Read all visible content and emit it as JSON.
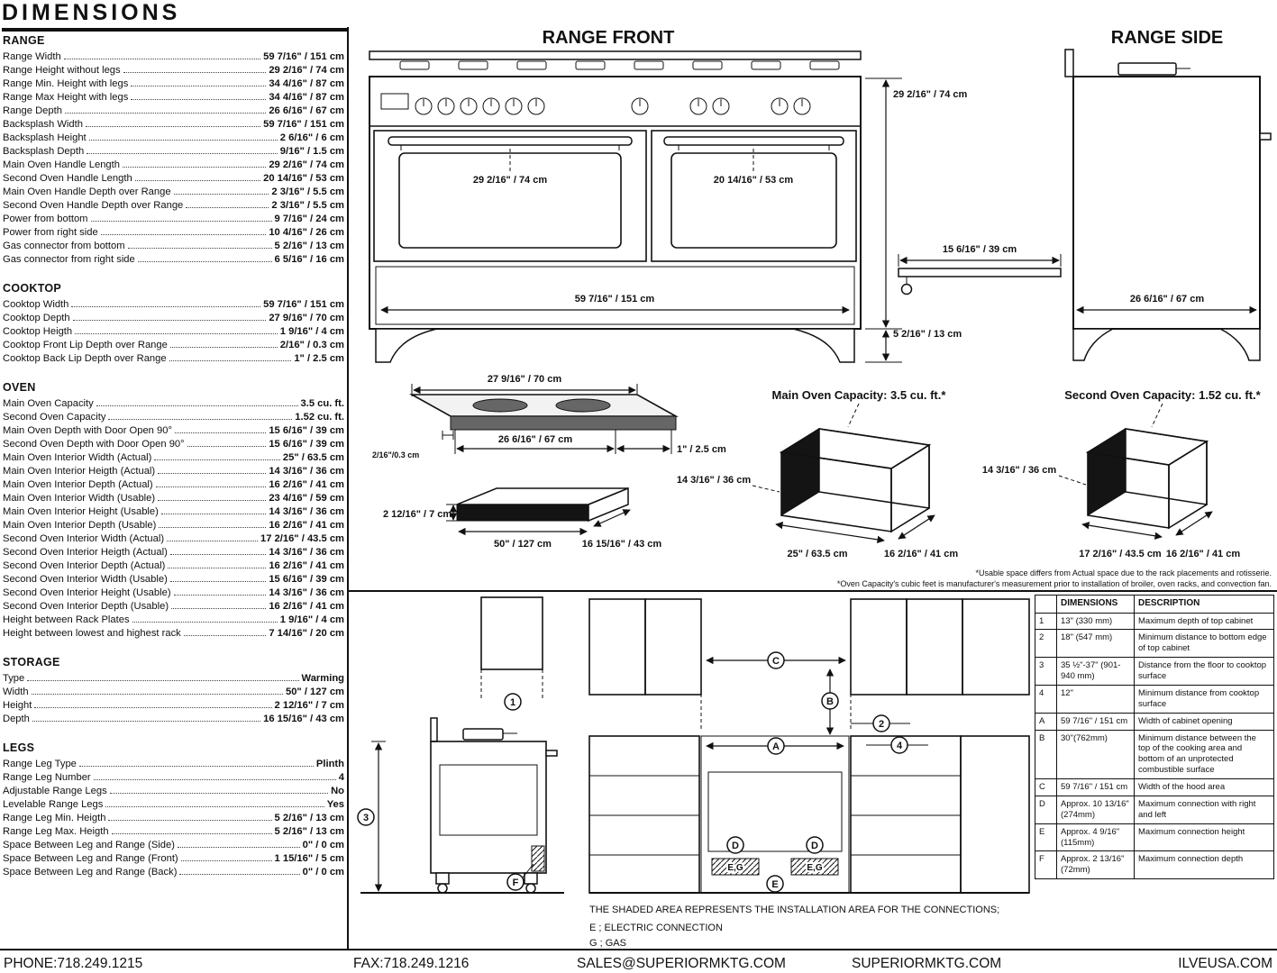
{
  "page_title": "DIMENSIONS",
  "specs": [
    {
      "heading": "RANGE",
      "rows": [
        {
          "label": "Range Width",
          "value": "59 7/16\" / 151 cm"
        },
        {
          "label": "Range Height without legs",
          "value": "29 2/16\" / 74 cm"
        },
        {
          "label": "Range Min. Height with legs",
          "value": "34 4/16\" / 87 cm"
        },
        {
          "label": "Range Max Height with legs",
          "value": "34 4/16\" / 87 cm"
        },
        {
          "label": "Range Depth",
          "value": "26 6/16\" / 67 cm"
        },
        {
          "label": "Backsplash Width",
          "value": "59 7/16\" / 151 cm"
        },
        {
          "label": "Backsplash Height",
          "value": "2 6/16\" / 6 cm"
        },
        {
          "label": "Backsplash Depth",
          "value": "9/16\" / 1.5 cm"
        },
        {
          "label": "Main Oven Handle Length",
          "value": "29 2/16\" / 74 cm"
        },
        {
          "label": "Second Oven Handle Length",
          "value": "20 14/16\" / 53 cm"
        },
        {
          "label": "Main Oven Handle Depth over Range",
          "value": "2 3/16\" / 5.5 cm"
        },
        {
          "label": "Second Oven Handle Depth over Range",
          "value": "2 3/16\" / 5.5 cm"
        },
        {
          "label": "Power from bottom",
          "value": "9 7/16\" / 24 cm"
        },
        {
          "label": "Power from right side",
          "value": "10 4/16\" / 26 cm"
        },
        {
          "label": "Gas connector from bottom",
          "value": "5 2/16\" / 13 cm"
        },
        {
          "label": "Gas connector from right side",
          "value": "6 5/16\" / 16 cm"
        }
      ]
    },
    {
      "heading": "COOKTOP",
      "rows": [
        {
          "label": "Cooktop Width",
          "value": "59 7/16\" / 151 cm"
        },
        {
          "label": "Cooktop Depth",
          "value": "27 9/16\" / 70 cm"
        },
        {
          "label": "Cooktop Heigth",
          "value": "1 9/16\" / 4 cm"
        },
        {
          "label": "Cooktop Front Lip Depth over Range",
          "value": "2/16\" / 0.3 cm"
        },
        {
          "label": "Cooktop Back Lip Depth over Range",
          "value": "1\" / 2.5 cm"
        }
      ]
    },
    {
      "heading": "OVEN",
      "rows": [
        {
          "label": "Main Oven Capacity",
          "value": "3.5 cu. ft."
        },
        {
          "label": "Second Oven Capacity",
          "value": "1.52 cu. ft."
        },
        {
          "label": "Main Oven Depth with Door Open 90°",
          "value": "15 6/16\" / 39 cm"
        },
        {
          "label": "Second Oven Depth with Door Open 90°",
          "value": "15 6/16\" / 39 cm"
        },
        {
          "label": "Main Oven Interior Width (Actual)",
          "value": "25\" / 63.5 cm"
        },
        {
          "label": "Main Oven Interior Heigth (Actual)",
          "value": "14 3/16\" / 36 cm"
        },
        {
          "label": "Main Oven Interior Depth (Actual)",
          "value": "16 2/16\" / 41 cm"
        },
        {
          "label": "Main Oven Interior Width (Usable)",
          "value": "23 4/16\" / 59 cm"
        },
        {
          "label": "Main Oven Interior Height (Usable)",
          "value": "14 3/16\" / 36 cm"
        },
        {
          "label": "Main Oven Interior Depth (Usable)",
          "value": "16 2/16\" / 41 cm"
        },
        {
          "label": "Second Oven Interior Width (Actual)",
          "value": "17 2/16\" / 43.5 cm"
        },
        {
          "label": "Second Oven Interior Heigth (Actual)",
          "value": "14 3/16\" / 36 cm"
        },
        {
          "label": "Second Oven Interior Depth (Actual)",
          "value": "16 2/16\" / 41 cm"
        },
        {
          "label": "Second Oven Interior Width (Usable)",
          "value": "15 6/16\" / 39 cm"
        },
        {
          "label": "Second Oven Interior Height (Usable)",
          "value": "14 3/16\" / 36 cm"
        },
        {
          "label": "Second Oven Interior Depth (Usable)",
          "value": "16 2/16\" / 41 cm"
        },
        {
          "label": "Height between Rack Plates",
          "value": "1 9/16\" / 4 cm"
        },
        {
          "label": "Height between lowest and highest rack",
          "value": "7 14/16\" / 20 cm"
        }
      ]
    },
    {
      "heading": "STORAGE",
      "rows": [
        {
          "label": "Type",
          "value": "Warming"
        },
        {
          "label": "Width",
          "value": "50\" / 127 cm"
        },
        {
          "label": "Height",
          "value": "2 12/16\" / 7 cm"
        },
        {
          "label": "Depth",
          "value": "16 15/16\" / 43 cm"
        }
      ]
    },
    {
      "heading": "LEGS",
      "rows": [
        {
          "label": "Range Leg Type",
          "value": "Plinth"
        },
        {
          "label": "Range Leg Number",
          "value": "4"
        },
        {
          "label": "Adjustable Range Legs",
          "value": "No"
        },
        {
          "label": "Levelable Range Legs",
          "value": "Yes"
        },
        {
          "label": "Range Leg Min. Heigth",
          "value": "5 2/16\" / 13 cm"
        },
        {
          "label": "Range Leg Max. Heigth",
          "value": "5 2/16\" / 13 cm"
        },
        {
          "label": "Space Between Leg and Range (Side)",
          "value": "0\" / 0 cm"
        },
        {
          "label": "Space Between Leg and Range (Front)",
          "value": "1 15/16\" / 5 cm"
        },
        {
          "label": "Space Between Leg and Range (Back)",
          "value": "0\" / 0 cm"
        }
      ]
    }
  ],
  "range_front": {
    "title": "RANGE FRONT",
    "main_door_width": "29 2/16\" / 74 cm",
    "second_door_width": "20 14/16\" / 53 cm",
    "body_height": "29 2/16\" / 74 cm",
    "total_width": "59 7/16\" / 151 cm",
    "leg_height": "5 2/16\" / 13 cm",
    "door_open_depth": "15 6/16\" / 39 cm"
  },
  "range_side": {
    "title": "RANGE SIDE",
    "depth": "26 6/16\" / 67 cm"
  },
  "cooktop_detail": {
    "width": "27 9/16\" / 70 cm",
    "inner_width": "26 6/16\" / 67 cm",
    "back_lip": "1\" / 2.5 cm",
    "front_lip": "2/16\"/0.3 cm"
  },
  "storage_detail": {
    "height": "2 12/16\" / 7 cm",
    "width": "50\" / 127 cm",
    "depth": "16 15/16\" / 43 cm"
  },
  "main_oven_detail": {
    "title": "Main Oven Capacity: 3.5 cu. ft.*",
    "height": "14 3/16\" / 36 cm",
    "width": "25\" / 63.5 cm",
    "depth": "16 2/16\" / 41 cm"
  },
  "second_oven_detail": {
    "title": "Second Oven Capacity: 1.52 cu. ft.*",
    "height": "14 3/16\" / 36 cm",
    "width": "17 2/16\" / 43.5 cm",
    "depth": "16 2/16\" / 41 cm"
  },
  "footnotes": {
    "line1": "*Usable space differs from Actual space due to the rack placements and rotisserie.",
    "line2": "*Oven Capacity's cubic feet is manufacturer's measurement prior to installation of broiler, oven racks, and convection fan."
  },
  "installation": {
    "note": "THE SHADED AREA REPRESENTS THE INSTALLATION AREA FOR THE CONNECTIONS;",
    "legend_e": "E ; ELECTRIC CONNECTION",
    "legend_g": "G ; GAS",
    "shaded_label": "E,G",
    "callouts": {
      "n1": "1",
      "n2": "2",
      "n3": "3",
      "n4": "4",
      "a": "A",
      "b": "B",
      "c": "C",
      "d": "D",
      "e": "E",
      "f": "F"
    }
  },
  "reference_table": {
    "headers": [
      "",
      "DIMENSIONS",
      "DESCRIPTION"
    ],
    "rows": [
      {
        "ref": "1",
        "dimensions": "13\" (330 mm)",
        "description": "Maximum depth of top cabinet"
      },
      {
        "ref": "2",
        "dimensions": "18\" (547 mm)",
        "description": "Minimum distance to bottom edge of top cabinet"
      },
      {
        "ref": "3",
        "dimensions": "35 ½\"-37\" (901-940 mm)",
        "description": "Distance from the floor to cooktop surface"
      },
      {
        "ref": "4",
        "dimensions": "12\"",
        "description": "Minimum distance from cooktop surface"
      },
      {
        "ref": "A",
        "dimensions": "59 7/16\" / 151 cm",
        "description": "Width of cabinet opening"
      },
      {
        "ref": "B",
        "dimensions": "30\"(762mm)",
        "description": "Minimum distance between the top of the cooking area and bottom of an unprotected combustible surface"
      },
      {
        "ref": "C",
        "dimensions": "59 7/16\" / 151 cm",
        "description": "Width of the hood area"
      },
      {
        "ref": "D",
        "dimensions": "Approx. 10 13/16\" (274mm)",
        "description": "Maximum connection with right and left"
      },
      {
        "ref": "E",
        "dimensions": "Approx. 4 9/16\" (115mm)",
        "description": "Maximum connection height"
      },
      {
        "ref": "F",
        "dimensions": "Approx. 2 13/16\" (72mm)",
        "description": "Maximum connection depth"
      }
    ]
  },
  "footer": {
    "phone": "PHONE:718.249.1215",
    "fax": "FAX:718.249.1216",
    "email": "SALES@SUPERIORMKTG.COM",
    "website": "SUPERIORMKTG.COM",
    "brand": "ILVEUSA.COM"
  }
}
